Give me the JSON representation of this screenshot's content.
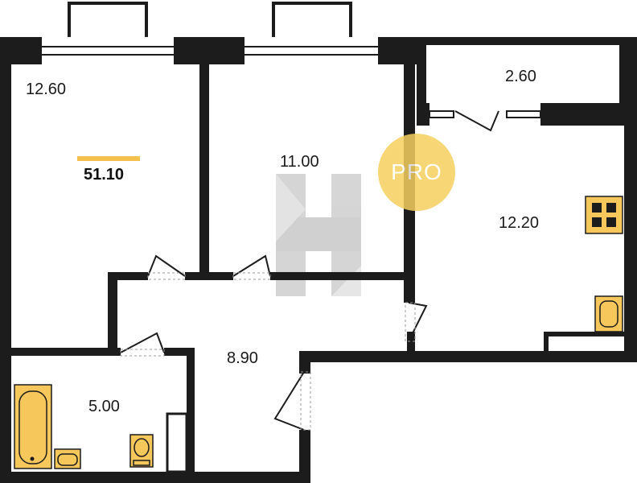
{
  "plan": {
    "total_area": "51.10",
    "rooms": {
      "room_left": "12.60",
      "room_middle": "11.00",
      "balcony": "2.60",
      "kitchen": "12.20",
      "hallway": "8.90",
      "bathroom": "5.00"
    },
    "watermark": "PRO",
    "colors": {
      "wall": "#1c1c1c",
      "fixture": "#f6c75a",
      "accent_bar": "#f4c04e",
      "watermark_circle": "#f6cf5f"
    }
  }
}
